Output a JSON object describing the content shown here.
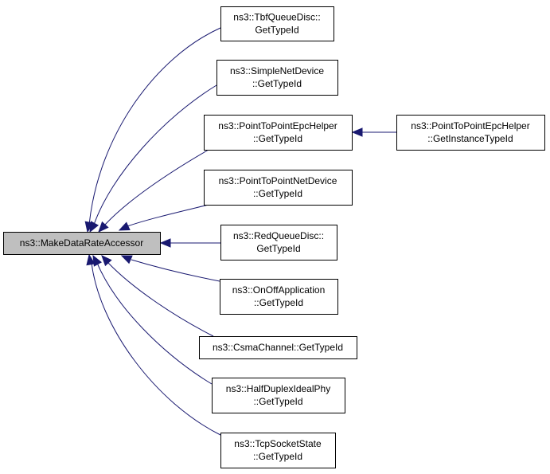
{
  "graph": {
    "nodes": [
      {
        "id": "make_data_rate_accessor",
        "lines": [
          "ns3::MakeDataRateAccessor"
        ],
        "highlight": true
      },
      {
        "id": "tbf_queue_disc",
        "lines": [
          "ns3::TbfQueueDisc::",
          "GetTypeId"
        ]
      },
      {
        "id": "simple_net_device",
        "lines": [
          "ns3::SimpleNetDevice",
          "::GetTypeId"
        ]
      },
      {
        "id": "p2p_epc_helper",
        "lines": [
          "ns3::PointToPointEpcHelper",
          "::GetTypeId"
        ]
      },
      {
        "id": "p2p_epc_helper_instance",
        "lines": [
          "ns3::PointToPointEpcHelper",
          "::GetInstanceTypeId"
        ]
      },
      {
        "id": "p2p_net_device",
        "lines": [
          "ns3::PointToPointNetDevice",
          "::GetTypeId"
        ]
      },
      {
        "id": "red_queue_disc",
        "lines": [
          "ns3::RedQueueDisc::",
          "GetTypeId"
        ]
      },
      {
        "id": "on_off_application",
        "lines": [
          "ns3::OnOffApplication",
          "::GetTypeId"
        ]
      },
      {
        "id": "csma_channel",
        "lines": [
          "ns3::CsmaChannel::GetTypeId"
        ]
      },
      {
        "id": "half_duplex_ideal_phy",
        "lines": [
          "ns3::HalfDuplexIdealPhy",
          "::GetTypeId"
        ]
      },
      {
        "id": "tcp_socket_state",
        "lines": [
          "ns3::TcpSocketState",
          "::GetTypeId"
        ]
      }
    ],
    "edges": [
      {
        "from": "tbf_queue_disc",
        "to": "make_data_rate_accessor"
      },
      {
        "from": "simple_net_device",
        "to": "make_data_rate_accessor"
      },
      {
        "from": "p2p_epc_helper",
        "to": "make_data_rate_accessor"
      },
      {
        "from": "p2p_net_device",
        "to": "make_data_rate_accessor"
      },
      {
        "from": "red_queue_disc",
        "to": "make_data_rate_accessor"
      },
      {
        "from": "on_off_application",
        "to": "make_data_rate_accessor"
      },
      {
        "from": "csma_channel",
        "to": "make_data_rate_accessor"
      },
      {
        "from": "half_duplex_ideal_phy",
        "to": "make_data_rate_accessor"
      },
      {
        "from": "tcp_socket_state",
        "to": "make_data_rate_accessor"
      },
      {
        "from": "p2p_epc_helper_instance",
        "to": "p2p_epc_helper"
      }
    ],
    "colors": {
      "edge": "#191970",
      "root_fill": "#bfbfbf",
      "node_fill": "#ffffff",
      "border": "#000000"
    }
  }
}
